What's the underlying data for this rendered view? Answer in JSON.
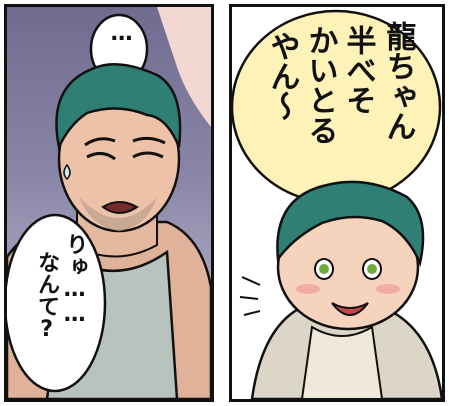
{
  "left_panel": {
    "thought_dots": "…",
    "bubble_line1": "りゅ……",
    "bubble_line2": "なんて?"
  },
  "right_panel": {
    "bubble_line1": "龍ちゃん",
    "bubble_line2": "半べそ",
    "bubble_line3": "かいとる",
    "bubble_line4": "やん～"
  }
}
